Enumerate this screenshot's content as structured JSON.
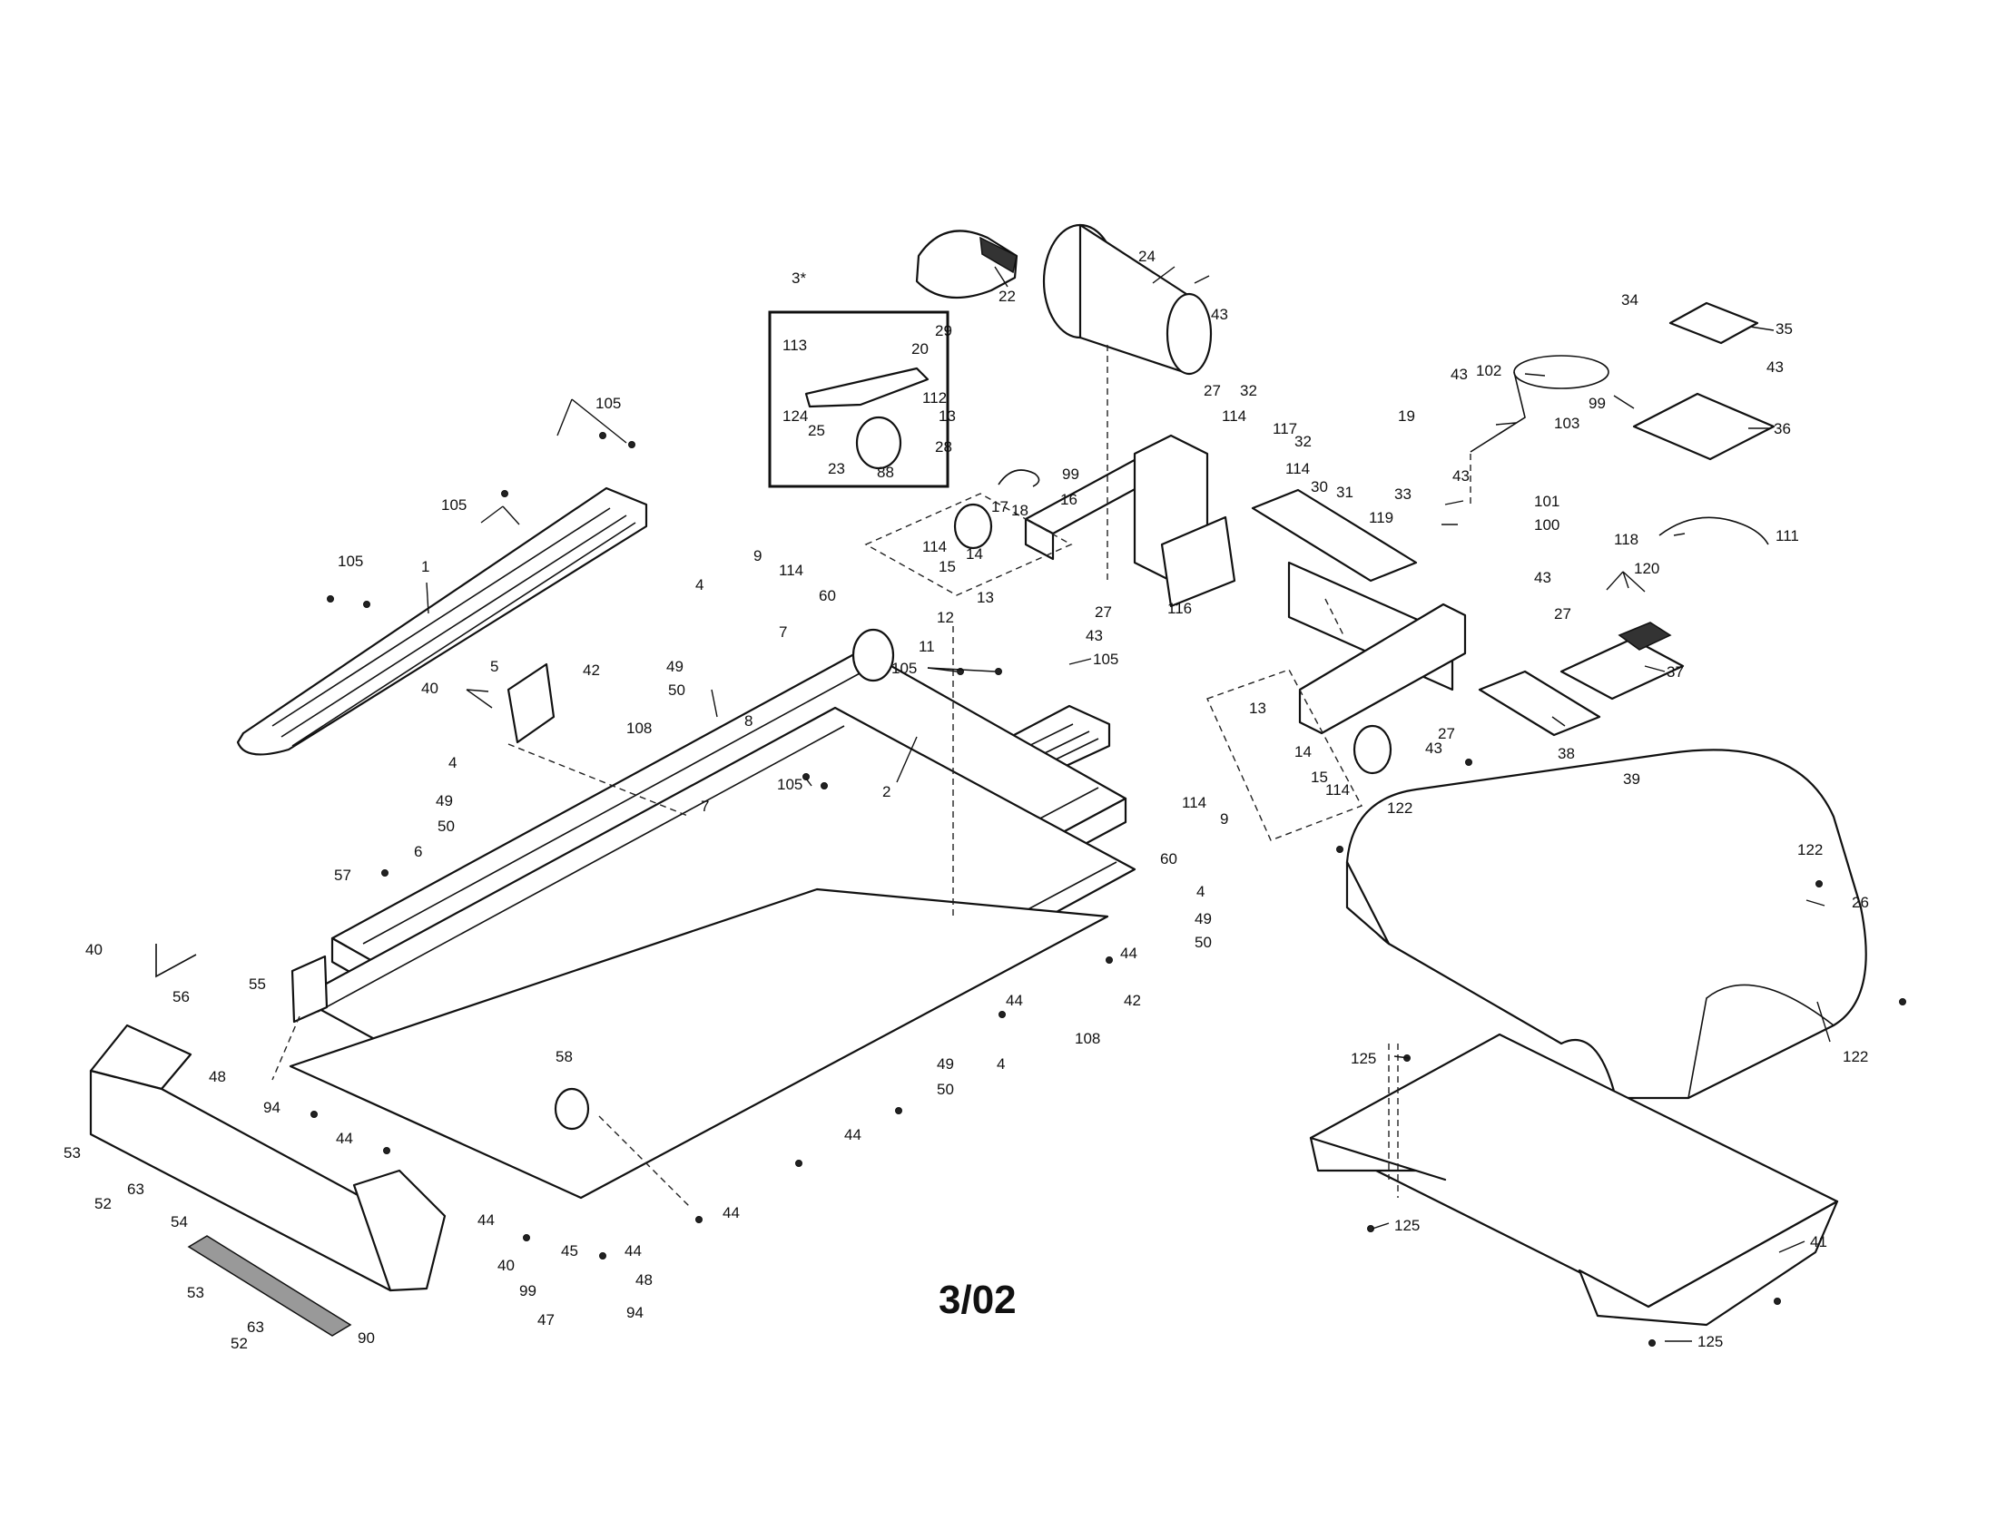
{
  "diagram": {
    "revision_date": "3/02",
    "labels": [
      {
        "id": "c1",
        "text": "1"
      },
      {
        "id": "c2",
        "text": "2"
      },
      {
        "id": "c3",
        "text": "3*"
      },
      {
        "id": "c4a",
        "text": "4"
      },
      {
        "id": "c4b",
        "text": "4"
      },
      {
        "id": "c4c",
        "text": "4"
      },
      {
        "id": "c4d",
        "text": "4"
      },
      {
        "id": "c5",
        "text": "5"
      },
      {
        "id": "c6",
        "text": "6"
      },
      {
        "id": "c7a",
        "text": "7"
      },
      {
        "id": "c7b",
        "text": "7"
      },
      {
        "id": "c8",
        "text": "8"
      },
      {
        "id": "c9a",
        "text": "9"
      },
      {
        "id": "c9b",
        "text": "9"
      },
      {
        "id": "c11",
        "text": "11"
      },
      {
        "id": "c12",
        "text": "12"
      },
      {
        "id": "c13a",
        "text": "13"
      },
      {
        "id": "c13b",
        "text": "13"
      },
      {
        "id": "c13c",
        "text": "13"
      },
      {
        "id": "c14a",
        "text": "14"
      },
      {
        "id": "c14b",
        "text": "14"
      },
      {
        "id": "c15a",
        "text": "15"
      },
      {
        "id": "c15b",
        "text": "15"
      },
      {
        "id": "c16",
        "text": "16"
      },
      {
        "id": "c17",
        "text": "17"
      },
      {
        "id": "c18",
        "text": "18"
      },
      {
        "id": "c19",
        "text": "19"
      },
      {
        "id": "c20",
        "text": "20"
      },
      {
        "id": "c22",
        "text": "22"
      },
      {
        "id": "c23",
        "text": "23"
      },
      {
        "id": "c24",
        "text": "24"
      },
      {
        "id": "c25",
        "text": "25"
      },
      {
        "id": "c26",
        "text": "26"
      },
      {
        "id": "c27a",
        "text": "27"
      },
      {
        "id": "c27b",
        "text": "27"
      },
      {
        "id": "c27c",
        "text": "27"
      },
      {
        "id": "c27d",
        "text": "27"
      },
      {
        "id": "c28",
        "text": "28"
      },
      {
        "id": "c29",
        "text": "29"
      },
      {
        "id": "c30",
        "text": "30"
      },
      {
        "id": "c31",
        "text": "31"
      },
      {
        "id": "c32a",
        "text": "32"
      },
      {
        "id": "c32b",
        "text": "32"
      },
      {
        "id": "c33",
        "text": "33"
      },
      {
        "id": "c34",
        "text": "34"
      },
      {
        "id": "c35",
        "text": "35"
      },
      {
        "id": "c36",
        "text": "36"
      },
      {
        "id": "c37",
        "text": "37"
      },
      {
        "id": "c38",
        "text": "38"
      },
      {
        "id": "c39",
        "text": "39"
      },
      {
        "id": "c40a",
        "text": "40"
      },
      {
        "id": "c40b",
        "text": "40"
      },
      {
        "id": "c40c",
        "text": "40"
      },
      {
        "id": "c41",
        "text": "41"
      },
      {
        "id": "c42a",
        "text": "42"
      },
      {
        "id": "c42b",
        "text": "42"
      },
      {
        "id": "c43a",
        "text": "43"
      },
      {
        "id": "c43b",
        "text": "43"
      },
      {
        "id": "c43c",
        "text": "43"
      },
      {
        "id": "c43d",
        "text": "43"
      },
      {
        "id": "c43e",
        "text": "43"
      },
      {
        "id": "c43f",
        "text": "43"
      },
      {
        "id": "c43g",
        "text": "43"
      },
      {
        "id": "c44a",
        "text": "44"
      },
      {
        "id": "c44b",
        "text": "44"
      },
      {
        "id": "c44c",
        "text": "44"
      },
      {
        "id": "c44d",
        "text": "44"
      },
      {
        "id": "c44e",
        "text": "44"
      },
      {
        "id": "c44f",
        "text": "44"
      },
      {
        "id": "c44g",
        "text": "44"
      },
      {
        "id": "c45",
        "text": "45"
      },
      {
        "id": "c47",
        "text": "47"
      },
      {
        "id": "c48a",
        "text": "48"
      },
      {
        "id": "c48b",
        "text": "48"
      },
      {
        "id": "c49a",
        "text": "49"
      },
      {
        "id": "c49b",
        "text": "49"
      },
      {
        "id": "c49c",
        "text": "49"
      },
      {
        "id": "c49d",
        "text": "49"
      },
      {
        "id": "c50a",
        "text": "50"
      },
      {
        "id": "c50b",
        "text": "50"
      },
      {
        "id": "c50c",
        "text": "50"
      },
      {
        "id": "c50d",
        "text": "50"
      },
      {
        "id": "c52a",
        "text": "52"
      },
      {
        "id": "c52b",
        "text": "52"
      },
      {
        "id": "c53a",
        "text": "53"
      },
      {
        "id": "c53b",
        "text": "53"
      },
      {
        "id": "c54",
        "text": "54"
      },
      {
        "id": "c55",
        "text": "55"
      },
      {
        "id": "c56",
        "text": "56"
      },
      {
        "id": "c57",
        "text": "57"
      },
      {
        "id": "c58",
        "text": "58"
      },
      {
        "id": "c60a",
        "text": "60"
      },
      {
        "id": "c60b",
        "text": "60"
      },
      {
        "id": "c63a",
        "text": "63"
      },
      {
        "id": "c63b",
        "text": "63"
      },
      {
        "id": "c88",
        "text": "88"
      },
      {
        "id": "c90",
        "text": "90"
      },
      {
        "id": "c94a",
        "text": "94"
      },
      {
        "id": "c94b",
        "text": "94"
      },
      {
        "id": "c99a",
        "text": "99"
      },
      {
        "id": "c99b",
        "text": "99"
      },
      {
        "id": "c99c",
        "text": "99"
      },
      {
        "id": "c100",
        "text": "100"
      },
      {
        "id": "c101",
        "text": "101"
      },
      {
        "id": "c102",
        "text": "102"
      },
      {
        "id": "c103",
        "text": "103"
      },
      {
        "id": "c105a",
        "text": "105"
      },
      {
        "id": "c105b",
        "text": "105"
      },
      {
        "id": "c105c",
        "text": "105"
      },
      {
        "id": "c105d",
        "text": "105"
      },
      {
        "id": "c105e",
        "text": "105"
      },
      {
        "id": "c105f",
        "text": "105"
      },
      {
        "id": "c108a",
        "text": "108"
      },
      {
        "id": "c108b",
        "text": "108"
      },
      {
        "id": "c111",
        "text": "111"
      },
      {
        "id": "c112",
        "text": "112"
      },
      {
        "id": "c113",
        "text": "113"
      },
      {
        "id": "c114a",
        "text": "114"
      },
      {
        "id": "c114b",
        "text": "114"
      },
      {
        "id": "c114c",
        "text": "114"
      },
      {
        "id": "c114d",
        "text": "114"
      },
      {
        "id": "c114e",
        "text": "114"
      },
      {
        "id": "c114f",
        "text": "114"
      },
      {
        "id": "c116",
        "text": "116"
      },
      {
        "id": "c117",
        "text": "117"
      },
      {
        "id": "c118",
        "text": "118"
      },
      {
        "id": "c119",
        "text": "119"
      },
      {
        "id": "c120",
        "text": "120"
      },
      {
        "id": "c122a",
        "text": "122"
      },
      {
        "id": "c122b",
        "text": "122"
      },
      {
        "id": "c122c",
        "text": "122"
      },
      {
        "id": "c124",
        "text": "124"
      },
      {
        "id": "c125a",
        "text": "125"
      },
      {
        "id": "c125b",
        "text": "125"
      },
      {
        "id": "c125c",
        "text": "125"
      }
    ]
  }
}
